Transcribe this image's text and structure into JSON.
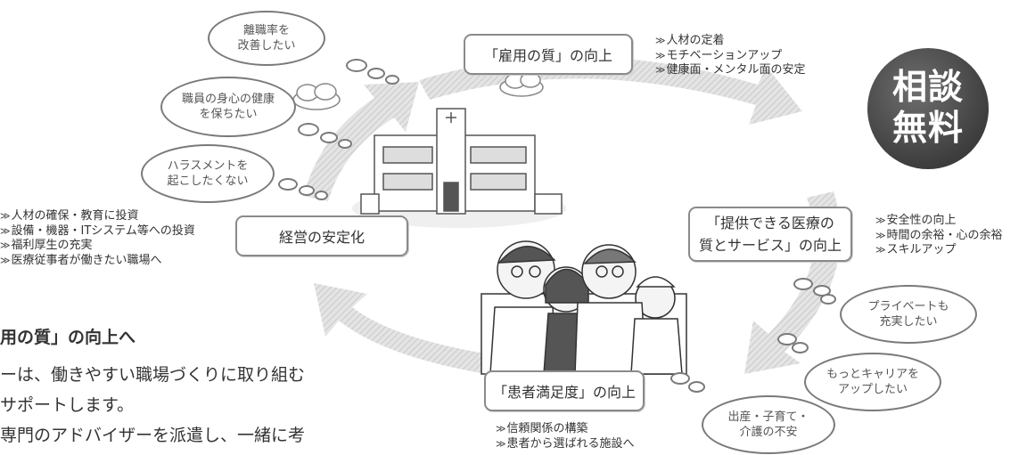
{
  "consult_badge": {
    "line1": "相談",
    "line2": "無料"
  },
  "boxes": {
    "employment_quality": "「雇用の質」の向上",
    "management_stability": "経営の安定化",
    "care_quality_line1": "「提供できる医療の",
    "care_quality_line2": "質とサービス」の向上",
    "patient_satisfaction": "「患者満足度」の向上"
  },
  "lists": {
    "employment": [
      "人材の定着",
      "モチベーションアップ",
      "健康面・メンタル面の安定"
    ],
    "management": [
      "人材の確保・教育に投資",
      "設備・機器・ITシステム等への投資",
      "福利厚生の充実",
      "医療従事者が働きたい職場へ"
    ],
    "care": [
      "安全性の向上",
      "時間の余裕・心の余裕",
      "スキルアップ"
    ],
    "patient": [
      "信頼関係の構築",
      "患者から選ばれる施設へ"
    ]
  },
  "thoughts": {
    "turnover": [
      "離職率を",
      "改善したい"
    ],
    "health": [
      "職員の身心の健康",
      "を保ちたい"
    ],
    "harassment": [
      "ハラスメントを",
      "起こしたくない"
    ],
    "private": [
      "プライベートも",
      "充実したい"
    ],
    "career": [
      "もっとキャリアを",
      "アップしたい"
    ],
    "childcare": [
      "出産・子育て・",
      "介護の不安"
    ]
  },
  "bottom_text": {
    "title": "用の質」の向上へ",
    "line1": "ーは、働きやすい職場づくりに取り組む",
    "line2": "サポートします。",
    "line3": "専門のアドバイザーを派遣し、一緒に考"
  },
  "colors": {
    "badge": "#444444",
    "arrow": "#d4d4d4",
    "border": "#8a8a8a"
  }
}
